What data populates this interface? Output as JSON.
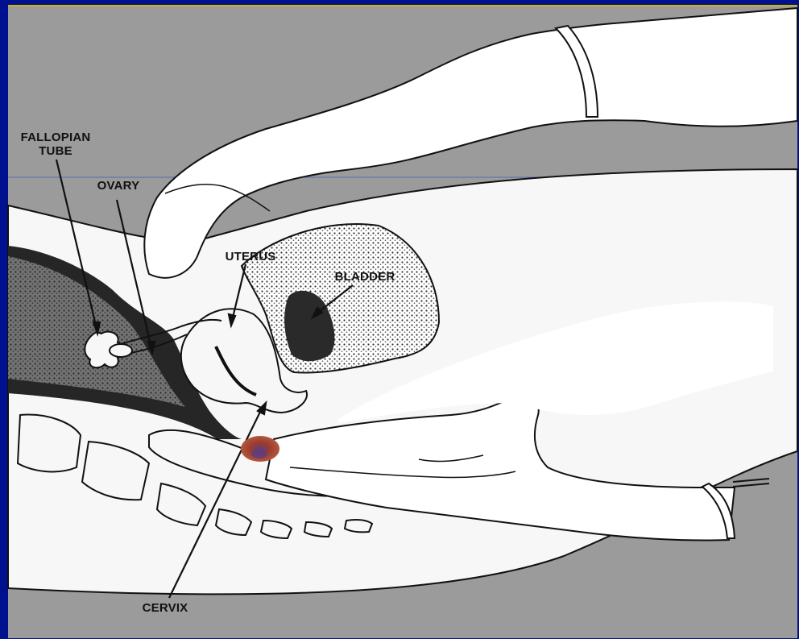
{
  "colors": {
    "frame": "#00118f",
    "background_gray": "#9b9b9b",
    "tissue": "#f7f7f7",
    "outline": "#111111",
    "shading": "#2a2a2a",
    "specimen": "#9a3c2c"
  },
  "labels": {
    "fallopian_tube": "FALLOPIAN\nTUBE",
    "ovary": "OVARY",
    "uterus": "UTERUS",
    "bladder": "BLADDER",
    "cervix": "CERVIX"
  }
}
